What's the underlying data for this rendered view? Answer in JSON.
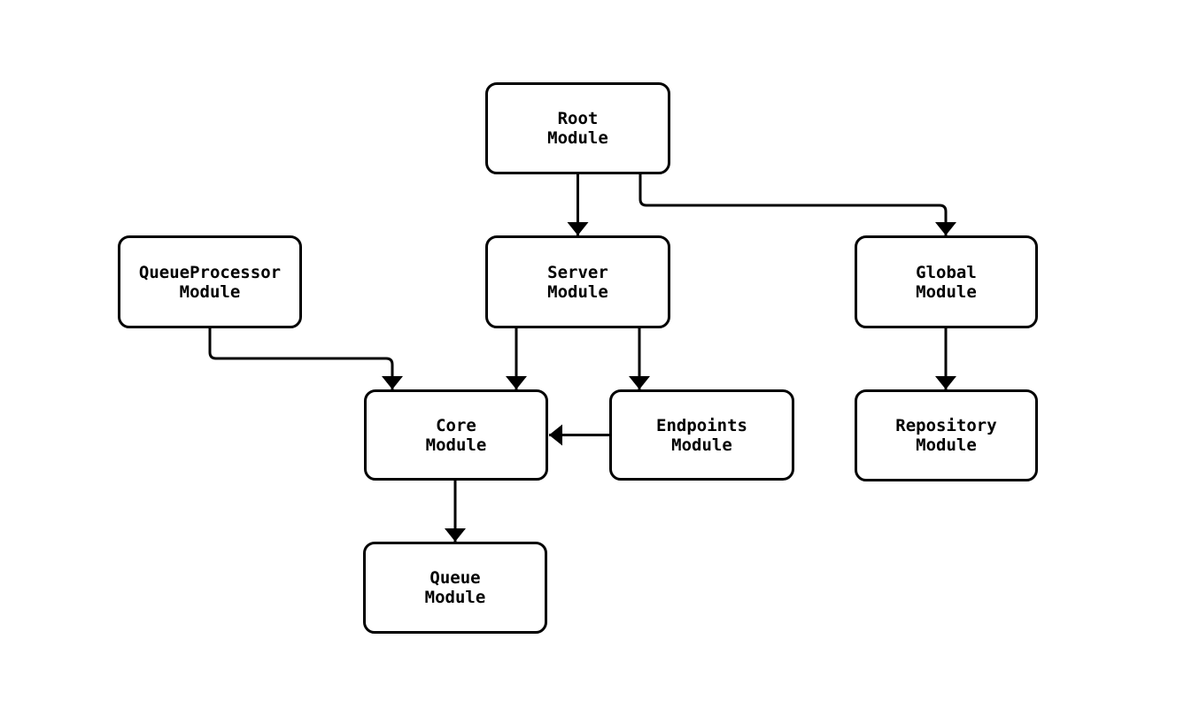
{
  "diagram": {
    "background_color": "#ffffff",
    "node_fill_color": "#ffffff",
    "stroke_color": "#000000",
    "nodes": [
      {
        "id": "root",
        "label": [
          "Root",
          "Module"
        ]
      },
      {
        "id": "queueprocessor",
        "label": [
          "QueueProcessor",
          "Module"
        ]
      },
      {
        "id": "server",
        "label": [
          "Server",
          "Module"
        ]
      },
      {
        "id": "global",
        "label": [
          "Global",
          "Module"
        ]
      },
      {
        "id": "core",
        "label": [
          "Core",
          "Module"
        ]
      },
      {
        "id": "endpoints",
        "label": [
          "Endpoints",
          "Module"
        ]
      },
      {
        "id": "repository",
        "label": [
          "Repository",
          "Module"
        ]
      },
      {
        "id": "queue",
        "label": [
          "Queue",
          "Module"
        ]
      }
    ],
    "edges": [
      {
        "from": "root",
        "to": "server"
      },
      {
        "from": "root",
        "to": "global"
      },
      {
        "from": "queueprocessor",
        "to": "core"
      },
      {
        "from": "server",
        "to": "core"
      },
      {
        "from": "server",
        "to": "endpoints"
      },
      {
        "from": "global",
        "to": "repository"
      },
      {
        "from": "endpoints",
        "to": "core"
      },
      {
        "from": "core",
        "to": "queue"
      }
    ]
  }
}
